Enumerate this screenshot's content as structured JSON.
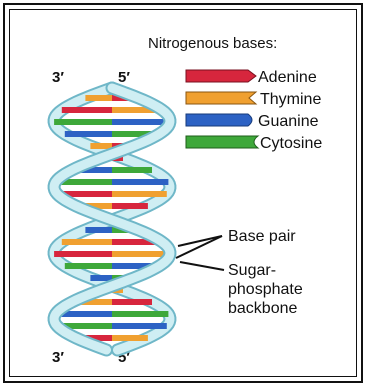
{
  "strand_labels": {
    "top_left": "3′",
    "top_right": "5′",
    "bottom_left": "3′",
    "bottom_right": "5′"
  },
  "legend": {
    "title": "Nitrogenous bases:",
    "items": [
      {
        "label": "Adenine",
        "color": "#d7263d",
        "icon": "adenine-base-icon"
      },
      {
        "label": "Thymine",
        "color": "#f0a030",
        "icon": "thymine-base-icon"
      },
      {
        "label": "Guanine",
        "color": "#2d62c4",
        "icon": "guanine-base-icon"
      },
      {
        "label": "Cytosine",
        "color": "#3ea83a",
        "icon": "cytosine-base-icon"
      }
    ]
  },
  "annotations": {
    "base_pair": "Base pair",
    "backbone_lines": [
      "Sugar-",
      "phosphate",
      "backbone"
    ]
  },
  "colors": {
    "backbone_fill": "#cfeef3",
    "backbone_edge": "#6fb7c8",
    "text": "#111111"
  }
}
